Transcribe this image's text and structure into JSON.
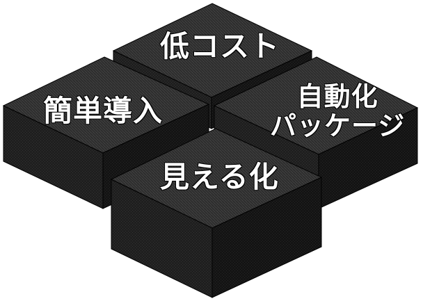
{
  "blocks": {
    "top": {
      "label": "低コスト"
    },
    "left": {
      "label": "簡単導入"
    },
    "right": {
      "label_line1": "自動化",
      "label_line2": "パッケージ"
    },
    "bottom": {
      "label": "見える化"
    }
  },
  "colors": {
    "top_face": "#2e2e2e",
    "left_side": "#1c1c1c",
    "right_side": "#141414",
    "edge": "#000000",
    "text": "#ffffff",
    "background": "#ffffff"
  }
}
